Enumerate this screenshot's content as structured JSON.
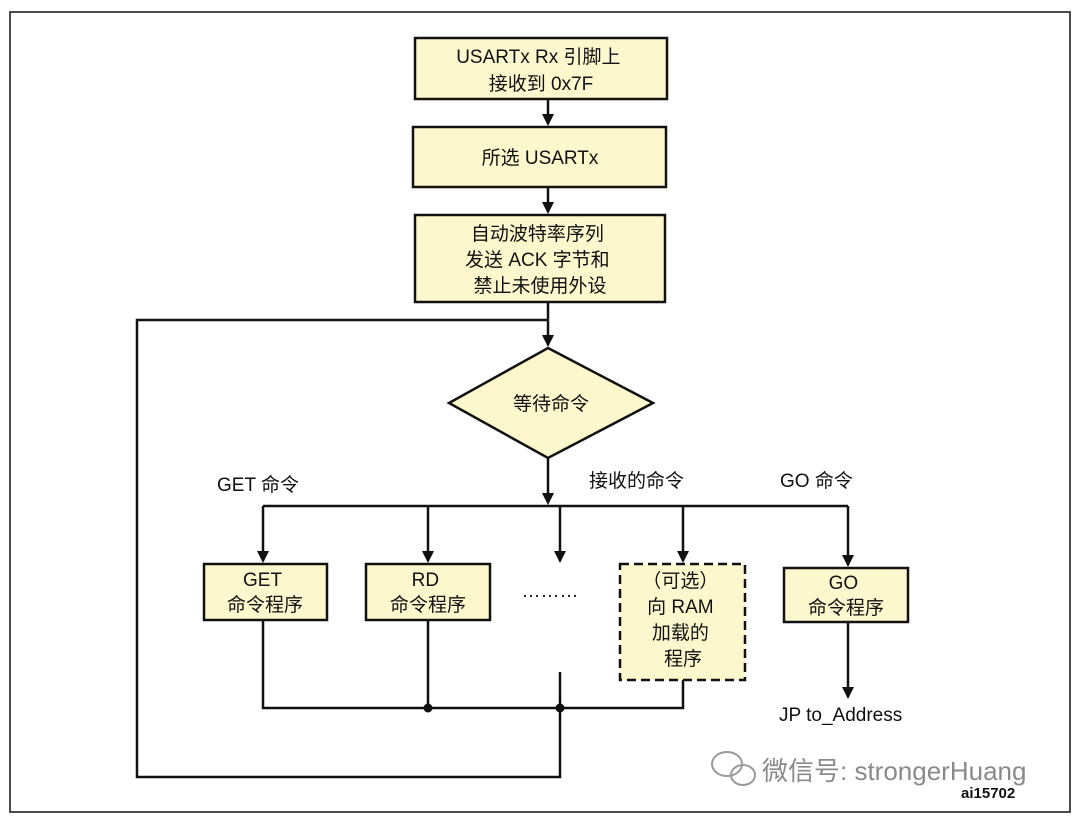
{
  "diagram": {
    "boxes": {
      "rx": [
        "USARTx Rx 引脚上",
        "接收到 0x7F"
      ],
      "select": [
        "所选 USARTx"
      ],
      "autobaud": [
        "自动波特率序列",
        "发送 ACK 字节和",
        "禁止未使用外设"
      ],
      "wait": [
        "等待命令"
      ],
      "get": [
        "GET",
        "命令程序"
      ],
      "rd": [
        "RD",
        "命令程序"
      ],
      "ram": [
        "（可选）",
        "向 RAM",
        "加载的",
        "程序"
      ],
      "go": [
        "GO",
        "命令程序"
      ]
    },
    "labels": {
      "get_cmd": "GET 命令",
      "received_cmd": "接收的命令",
      "go_cmd": "GO 命令",
      "ellipsis": "………",
      "jp": "JP to_Address"
    },
    "watermark": "微信号: strongerHuang",
    "figure_code": "ai15702",
    "colors": {
      "box_fill": "#fdf7cd",
      "line": "#111111"
    }
  }
}
